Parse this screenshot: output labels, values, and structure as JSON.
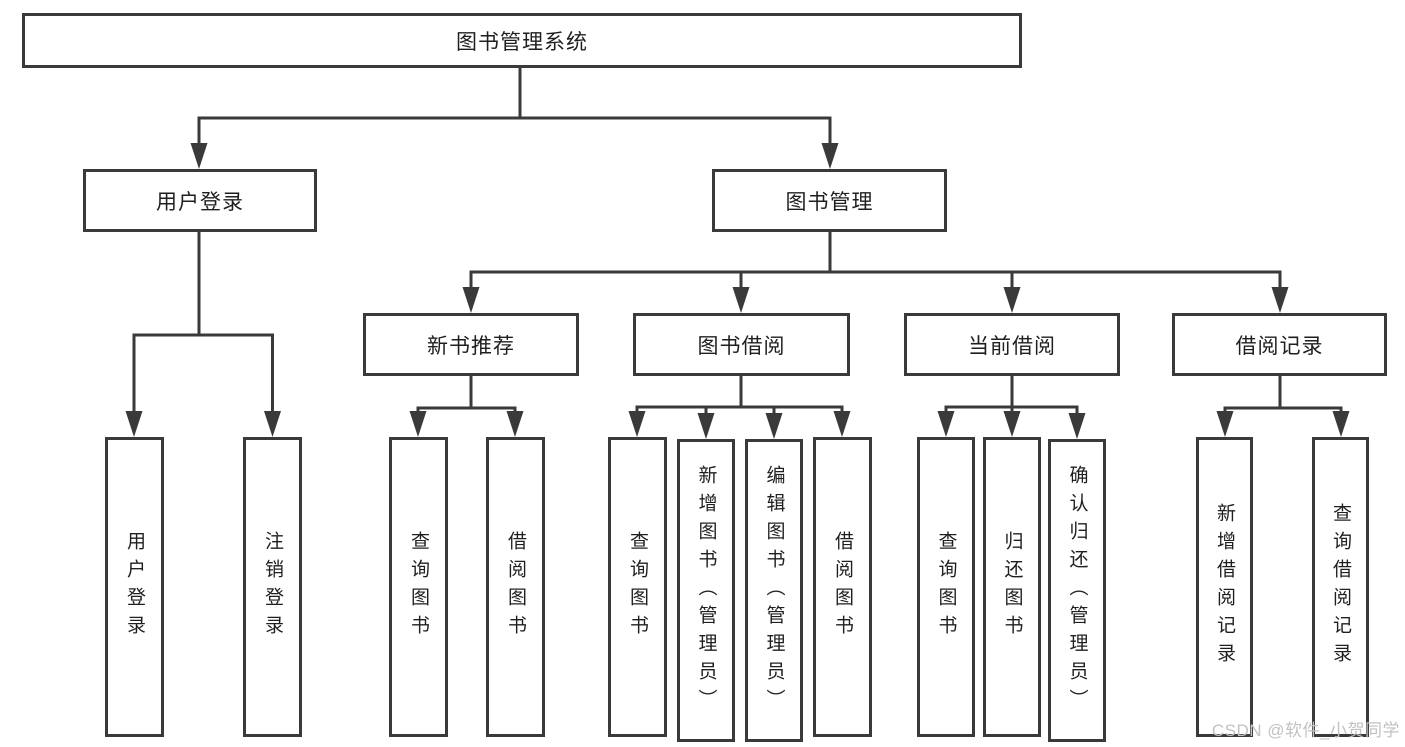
{
  "tree": {
    "label": "图书管理系统",
    "children": [
      {
        "label": "用户登录",
        "children": [
          {
            "label": "用户登录"
          },
          {
            "label": "注销登录"
          }
        ]
      },
      {
        "label": "图书管理",
        "children": [
          {
            "label": "新书推荐",
            "children": [
              {
                "label": "查询图书"
              },
              {
                "label": "借阅图书"
              }
            ]
          },
          {
            "label": "图书借阅",
            "children": [
              {
                "label": "查询图书"
              },
              {
                "label": "新增图书（管理员）"
              },
              {
                "label": "编辑图书（管理员）"
              },
              {
                "label": "借阅图书"
              }
            ]
          },
          {
            "label": "当前借阅",
            "children": [
              {
                "label": "查询图书"
              },
              {
                "label": "归还图书"
              },
              {
                "label": "确认归还（管理员）"
              }
            ]
          },
          {
            "label": "借阅记录",
            "children": [
              {
                "label": "新增借阅记录"
              },
              {
                "label": "查询借阅记录"
              }
            ]
          }
        ]
      }
    ]
  },
  "watermark": {
    "text": "CSDN @软件_小贺同学"
  },
  "colors": {
    "line": "#3a3a3a",
    "box_background": "#ffffff",
    "text": "#1f1f1f",
    "watermark": "#c2c2c2"
  }
}
